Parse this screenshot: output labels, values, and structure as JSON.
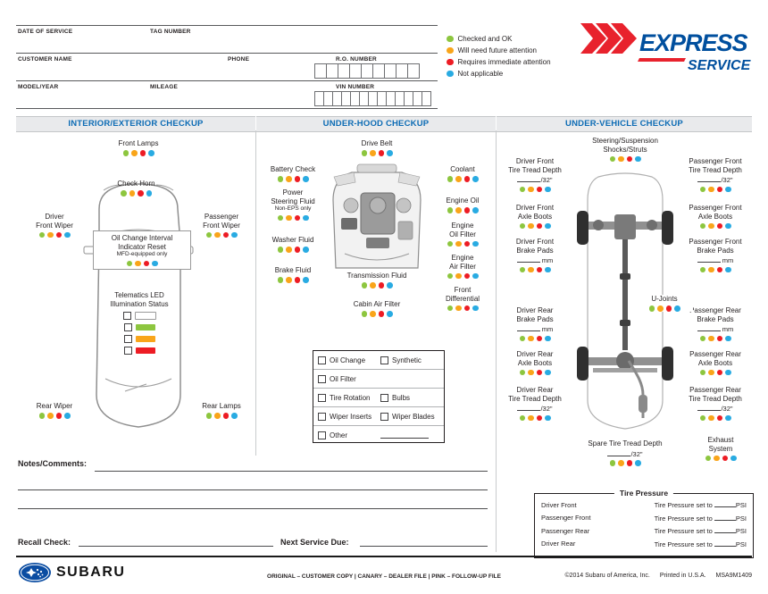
{
  "legend": {
    "items": [
      {
        "name": "ok",
        "label": "Checked and OK",
        "color": "#8dc63f"
      },
      {
        "name": "future-attention",
        "label": "Will need future attention",
        "color": "#f9a51a"
      },
      {
        "name": "immediate-attention",
        "label": "Requires immediate attention",
        "color": "#ed1c24"
      },
      {
        "name": "not-applicable",
        "label": "Not applicable",
        "color": "#29abe2"
      }
    ]
  },
  "logo": {
    "express": "EXPRESS",
    "service": "SERVICE"
  },
  "fields": {
    "date_of_service": "DATE OF SERVICE",
    "tag_number": "TAG NUMBER",
    "customer_name": "CUSTOMER NAME",
    "phone": "PHONE",
    "ro_number": "R.O. NUMBER",
    "model_year": "MODEL/YEAR",
    "mileage": "MILEAGE",
    "vin_number": "VIN NUMBER"
  },
  "sections": {
    "interior": "INTERIOR/EXTERIOR CHECKUP",
    "underhood": "UNDER-HOOD CHECKUP",
    "undervehicle": "UNDER-VEHICLE CHECKUP"
  },
  "interior": {
    "front_lamps": "Front Lamps",
    "check_horn": "Check Horn",
    "driver_front_wiper": "Driver\nFront Wiper",
    "passenger_front_wiper": "Passenger\nFront Wiper",
    "oil_change_interval": "Oil Change Interval\nIndicator Reset",
    "oil_change_note": "MFD-equipped only",
    "telematics": {
      "label": "Telematics LED\nIllumination Status",
      "states": [
        {
          "name": "off",
          "color": "#ffffff",
          "border": true
        },
        {
          "name": "green",
          "color": "#8dc63f"
        },
        {
          "name": "amber",
          "color": "#f9a51a"
        },
        {
          "name": "red",
          "color": "#ed1c24"
        }
      ]
    },
    "rear_wiper": "Rear Wiper",
    "rear_lamps": "Rear Lamps"
  },
  "underhood": {
    "drive_belt": "Drive Belt",
    "battery_check": "Battery Check",
    "power_steering": "Power\nSteering Fluid",
    "power_steering_note": "Non-EPS only",
    "washer_fluid": "Washer Fluid",
    "brake_fluid": "Brake Fluid",
    "coolant": "Coolant",
    "engine_oil": "Engine Oil",
    "engine_oil_filter": "Engine\nOil Filter",
    "engine_air_filter": "Engine\nAir Filter",
    "front_differential": "Front\nDifferential",
    "transmission_fluid": "Transmission Fluid",
    "cabin_air_filter": "Cabin Air Filter",
    "services": {
      "oil_change": "Oil Change",
      "synthetic": "Synthetic",
      "oil_filter": "Oil Filter",
      "tire_rotation": "Tire Rotation",
      "bulbs": "Bulbs",
      "wiper_inserts": "Wiper Inserts",
      "wiper_blades": "Wiper Blades",
      "other": "Other"
    }
  },
  "undervehicle": {
    "steering": "Steering/Suspension\nShocks/Struts",
    "u_joints": "U-Joints",
    "spare_tire": "Spare Tire Tread Depth",
    "spare_unit": "/32\"",
    "exhaust": "Exhaust\nSystem",
    "left": [
      {
        "label": "Driver Front\nTire Tread Depth",
        "unit": "/32\""
      },
      {
        "label": "Driver Front\nAxle Boots"
      },
      {
        "label": "Driver Front\nBrake Pads",
        "unit": "mm"
      },
      {
        "label": "Driver Rear\nBrake Pads",
        "unit": "mm"
      },
      {
        "label": "Driver Rear\nAxle Boots"
      },
      {
        "label": "Driver Rear\nTire Tread Depth",
        "unit": "/32\""
      }
    ],
    "right": [
      {
        "label": "Passenger Front\nTire Tread Depth",
        "unit": "/32\""
      },
      {
        "label": "Passenger Front\nAxle Boots"
      },
      {
        "label": "Passenger Front\nBrake Pads",
        "unit": "mm"
      },
      {
        "label": "Passenger Rear\nBrake Pads",
        "unit": "mm"
      },
      {
        "label": "Passenger Rear\nAxle Boots"
      },
      {
        "label": "Passenger Rear\nTire Tread Depth",
        "unit": "/32\""
      }
    ],
    "tire_pressure": {
      "title": "Tire Pressure",
      "set_text": "Tire Pressure set to",
      "unit": "PSI",
      "rows": [
        "Driver Front",
        "Passenger Front",
        "Passenger Rear",
        "Driver Rear"
      ]
    }
  },
  "bottom": {
    "notes_label": "Notes/Comments:",
    "recall_label": "Recall Check:",
    "next_service_label": "Next Service Due:"
  },
  "footer": {
    "brand": "SUBARU",
    "copies": "ORIGINAL – CUSTOMER COPY  |  CANARY – DEALER FILE  |  PINK – FOLLOW-UP FILE",
    "copyright": "©2014 Subaru of America, Inc.",
    "printed": "Printed in U.S.A.",
    "code": "MSA9M1409"
  }
}
